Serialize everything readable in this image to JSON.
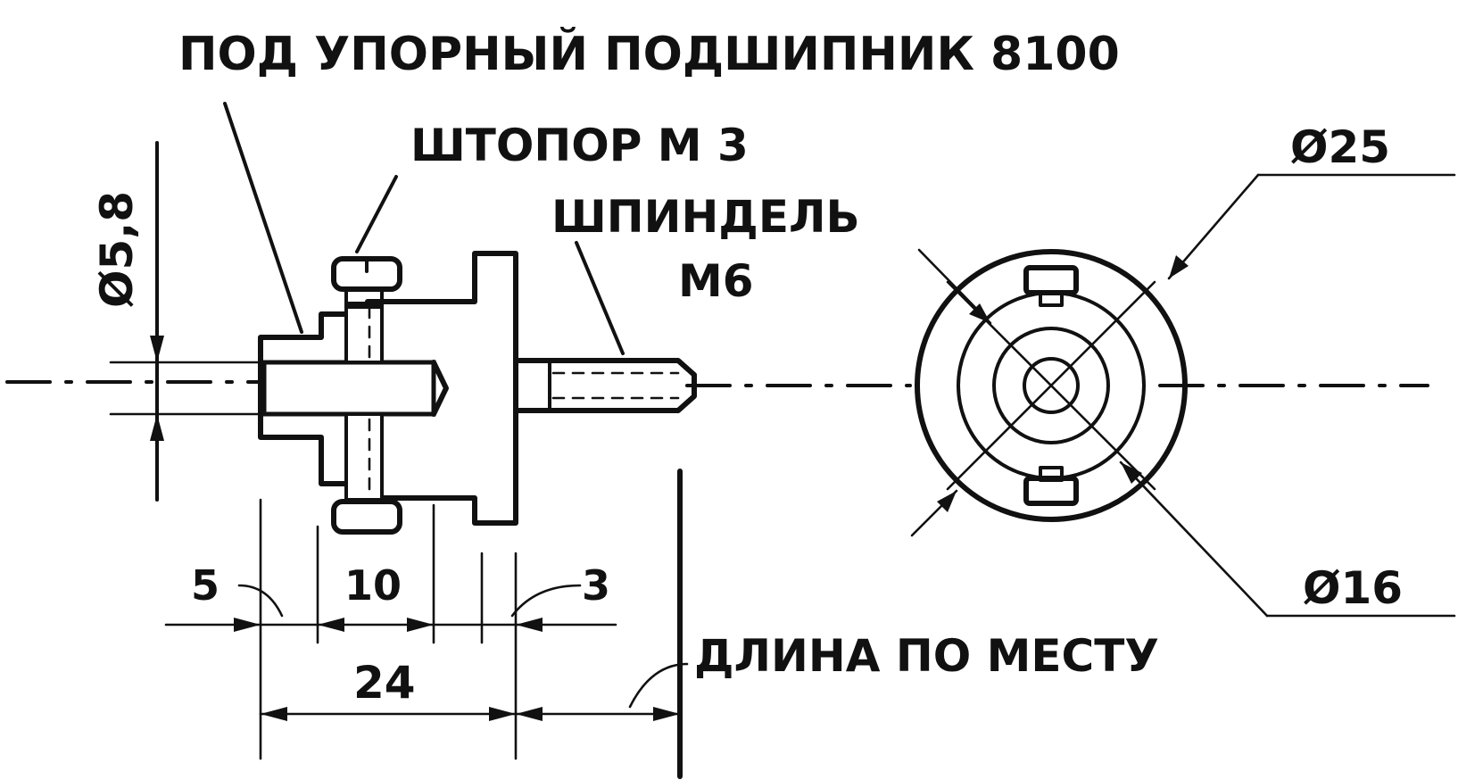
{
  "title": "ПОД УПОРНЫЙ ПОДШИПНИК 8100",
  "callouts": {
    "corkscrew": "ШТОПОР М 3",
    "spindle_line1": "ШПИНДЕЛЬ",
    "spindle_line2": "М6",
    "length_note": "ДЛИНА ПО МЕСТУ"
  },
  "dimensions": {
    "bore_dia": "Ø5,8",
    "d5": "5",
    "d10": "10",
    "d3": "3",
    "d24": "24",
    "outer_dia": "Ø25",
    "inner_dia": "Ø16"
  },
  "colors": {
    "ink": "#111111",
    "paper": "#ffffff"
  }
}
